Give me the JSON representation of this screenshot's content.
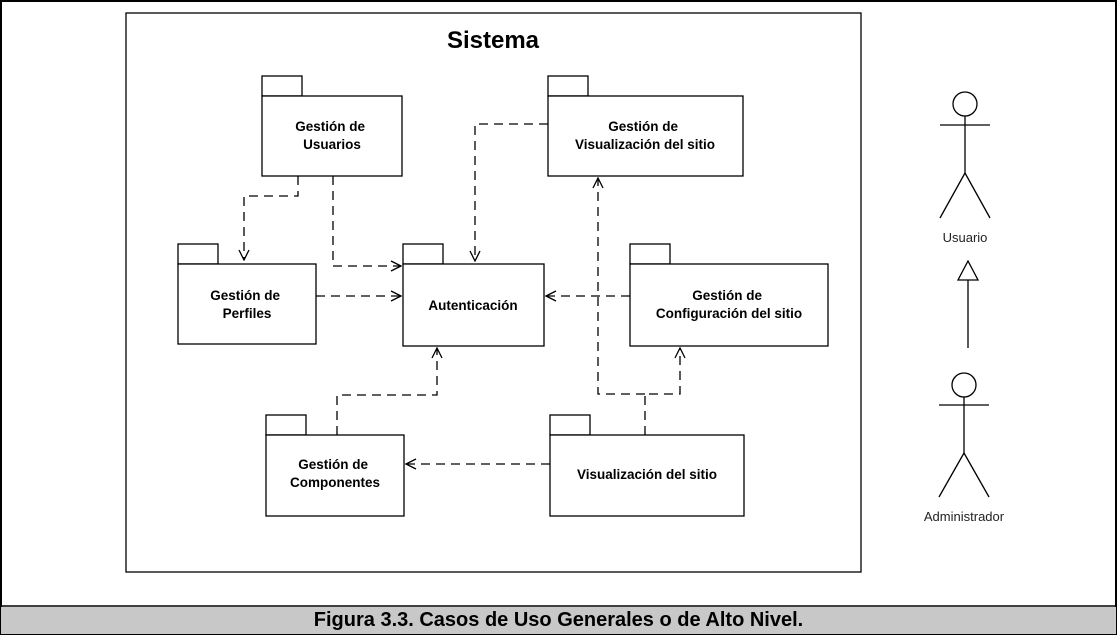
{
  "diagram": {
    "system_title": "Sistema",
    "packages": {
      "usuarios": [
        "Gestión de",
        "Usuarios"
      ],
      "visualizacion_gestion": [
        "Gestión de",
        "Visualización del sitio"
      ],
      "perfiles": [
        "Gestión de",
        "Perfiles"
      ],
      "autenticacion": [
        "Autenticación"
      ],
      "configuracion": [
        "Gestión de",
        "Configuración del sitio"
      ],
      "componentes": [
        "Gestión de",
        "Componentes"
      ],
      "visualizacion": [
        "Visualización del sitio"
      ]
    },
    "actors": {
      "usuario": "Usuario",
      "administrador": "Administrador"
    }
  },
  "caption": "Figura 3.3. Casos de Uso Generales o de Alto Nivel."
}
